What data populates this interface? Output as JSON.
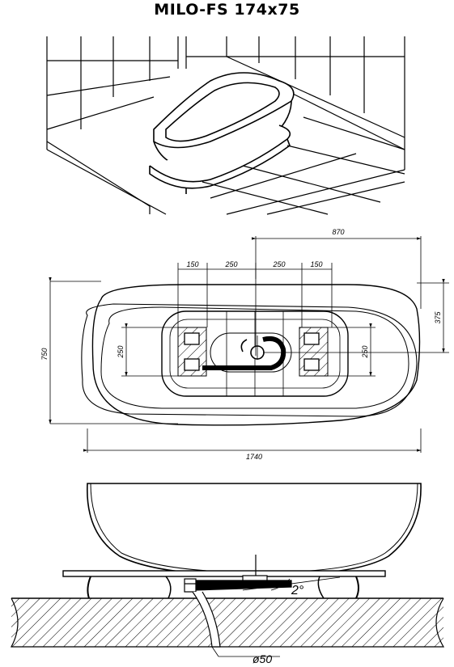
{
  "title": "MILO-FS 174x75",
  "dimensions": {
    "overall_length": "1740",
    "overall_width": "750",
    "drain_offset_x": "870",
    "drain_offset_y": "375",
    "support_spacing_left_outer": "150",
    "support_spacing_left_inner": "250",
    "support_spacing_right_inner": "250",
    "support_spacing_right_outer": "150",
    "support_height_left": "250",
    "support_height_right": "250"
  },
  "side_view": {
    "slope_angle": "2°",
    "drain_diameter": "ø50"
  }
}
